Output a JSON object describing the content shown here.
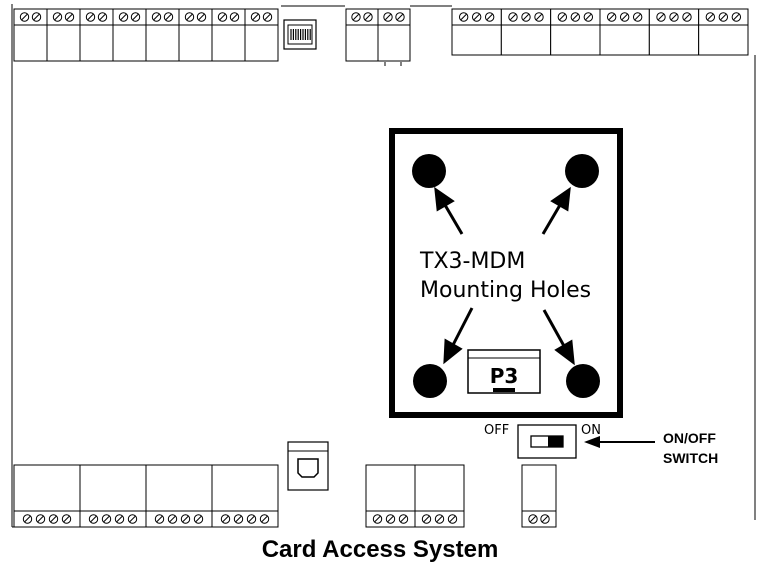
{
  "module": {
    "name": "TX3-MDM",
    "caption": "Mounting Holes",
    "connector_label": "P3"
  },
  "switch": {
    "off_label": "OFF",
    "on_label": "ON",
    "callout_line1": "ON/OFF",
    "callout_line2": "SWITCH"
  },
  "footer": {
    "title": "Card Access System"
  },
  "terminals": {
    "top_left_blocks": [
      2,
      2,
      2,
      2,
      2,
      2,
      2,
      2
    ],
    "top_middle_blocks": [
      2,
      2
    ],
    "top_right_blocks": [
      3,
      3,
      3,
      3,
      3,
      3
    ],
    "bottom_left_blocks": [
      4,
      4,
      4,
      4
    ],
    "bottom_middle_blocks": [
      3,
      3
    ],
    "bottom_switch_block": [
      2
    ]
  },
  "colors": {
    "line": "#000000",
    "background": "#ffffff"
  }
}
